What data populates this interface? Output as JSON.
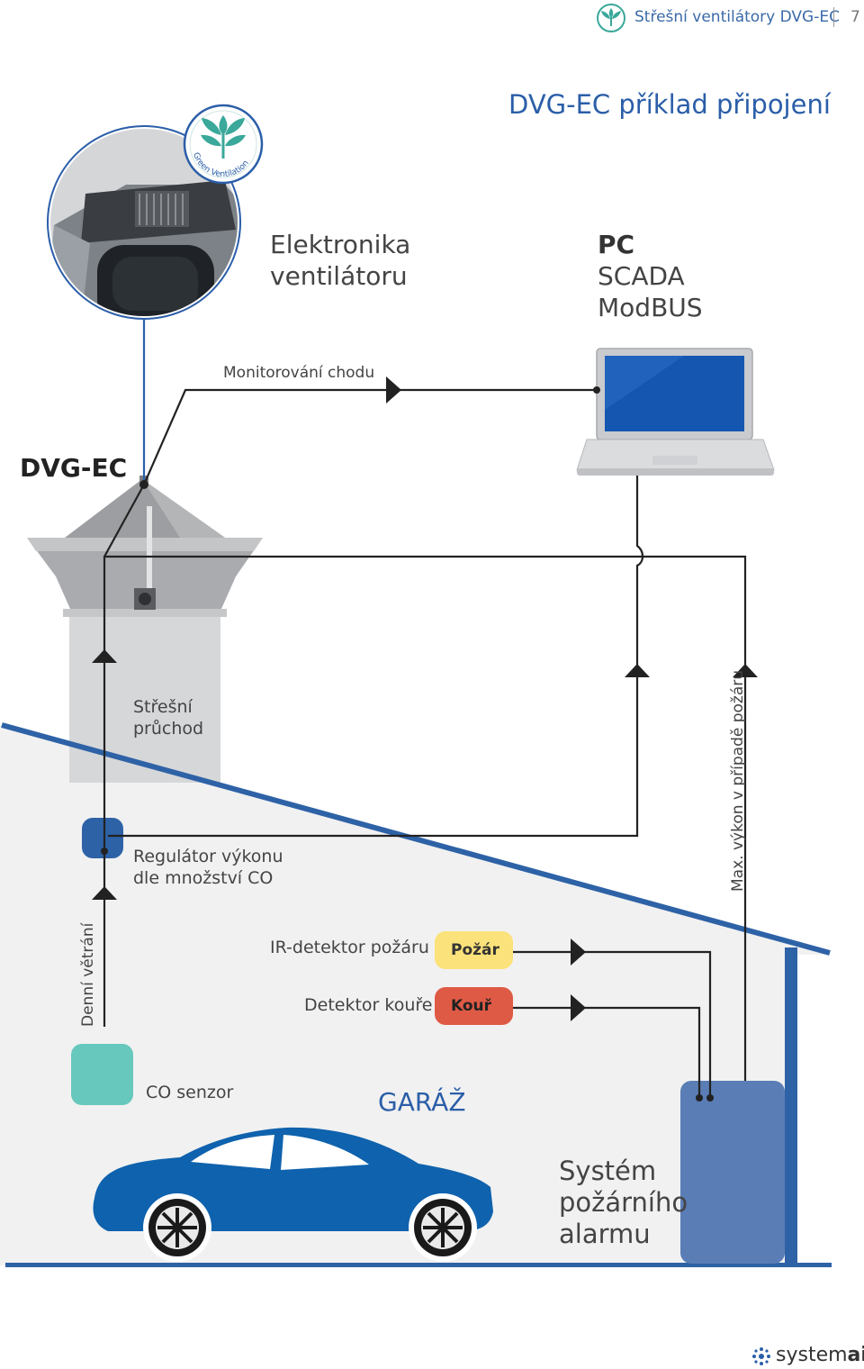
{
  "header": {
    "title": "Střešní ventilátory DVG-EC",
    "page_number": "7",
    "badge_text": "Green Ventilation"
  },
  "page_title": "DVG-EC příklad připojení",
  "labels": {
    "fan_electronics": "Elektronika ventilátoru",
    "pc": "PC",
    "scada": "SCADA",
    "modbus": "ModBUS",
    "monitoring": "Monitorování chodu",
    "dvg_ec": "DVG-EC",
    "roof_passage": "Střešní průchod",
    "regulator": "Regulátor výkonu dle množství CO",
    "max_power": "Max. výkon v případě požáru",
    "daily_ventilation": "Denní větrání",
    "ir_detector": "IR-detektor požáru",
    "smoke_detector": "Detektor kouře",
    "fire_badge": "Požár",
    "smoke_badge": "Kouř",
    "co_sensor": "CO senzor",
    "garage": "GARÁŽ",
    "fire_alarm_system": "Systém požárního alarmu"
  },
  "brand": {
    "name_regular": "system",
    "name_bold": "air"
  },
  "colors": {
    "accent_blue": "#2b5ea8",
    "car_blue": "#0f62ad",
    "alarm_panel": "#5a7db5",
    "co_sensor": "#67c8bd",
    "regulator": "#2e62a6",
    "fire_badge": "#fbe27a",
    "smoke_badge": "#df5a45",
    "leaf_green": "#3aa89a"
  }
}
